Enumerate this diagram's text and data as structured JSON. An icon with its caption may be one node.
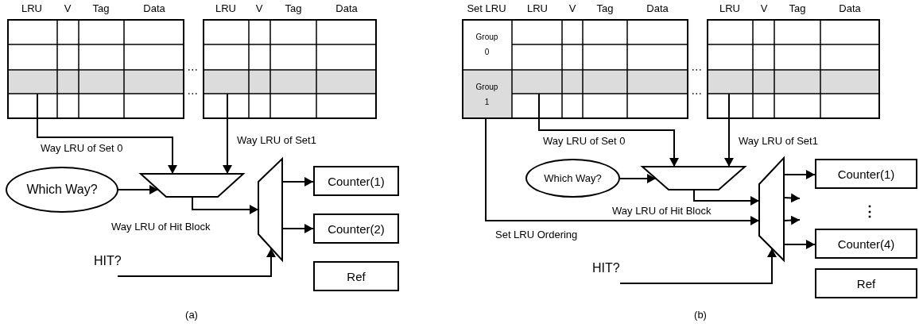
{
  "diagram": {
    "nodes": [
      {
        "text": [],
        "shape": "table"
      },
      {
        "text": [],
        "shape": "box",
        "in": 0
      },
      {
        "text": [],
        "shape": "table"
      },
      {
        "text": [],
        "shape": "box",
        "in": 2
      },
      {
        "text": [],
        "shape": "trapezoid"
      },
      {
        "text": [
          "Which Way?"
        ]
      },
      {
        "text": [],
        "shape": "trapezoid"
      },
      {
        "text": [
          "Counter(1)"
        ]
      },
      {
        "text": [
          "Counter(2)"
        ]
      },
      {
        "text": [
          "HIT?"
        ]
      },
      {
        "text": [
          "Ref"
        ]
      },
      {
        "text": [],
        "shape": "table"
      },
      {
        "text": [
          "Group 0"
        ],
        "in": 11
      },
      {
        "text": [
          "Group 1"
        ],
        "in": 11
      },
      {
        "text": [],
        "shape": "box",
        "in": 11
      },
      {
        "text": [],
        "shape": "table"
      },
      {
        "text": [],
        "shape": "box",
        "in": 15
      },
      {
        "text": [],
        "shape": "trapezoid"
      },
      {
        "text": [
          "Which Way?"
        ]
      },
      {
        "text": [],
        "shape": "trapezoid"
      },
      {
        "text": [
          "Counter(1)"
        ]
      },
      {
        "text": [
          "Counter(4)"
        ]
      },
      {
        "text": [
          "HIT?"
        ]
      },
      {
        "text": [
          "Ref"
        ]
      }
    ],
    "edges": [
      {
        "from": 1,
        "to": 4,
        "arrow": "to",
        "label": "Way LRU of Set 0"
      },
      {
        "from": 3,
        "to": 4,
        "arrow": "to",
        "label": "Way LRU of Set1"
      },
      {
        "from": 5,
        "to": 4,
        "arrow": "to"
      },
      {
        "from": 4,
        "to": 6,
        "arrow": "to",
        "label": "Way LRU of Hit Block"
      },
      {
        "from": 9,
        "to": 6,
        "arrow": "to"
      },
      {
        "from": 6,
        "to": 7,
        "arrow": "to"
      },
      {
        "from": 6,
        "to": 8,
        "arrow": "to"
      },
      {
        "from": 14,
        "to": 17,
        "arrow": "to",
        "label": "Way LRU of Set 0"
      },
      {
        "from": 16,
        "to": 17,
        "arrow": "to",
        "label": "Way LRU of Set1"
      },
      {
        "from": 18,
        "to": 17,
        "arrow": "to"
      },
      {
        "from": 17,
        "to": 19,
        "arrow": "to",
        "label": "Way LRU of Hit Block"
      },
      {
        "from": 13,
        "to": 19,
        "arrow": "to",
        "label": "Set LRU Ordering"
      },
      {
        "from": 22,
        "to": 19,
        "arrow": "to"
      },
      {
        "from": 19,
        "to": 20,
        "arrow": "to"
      },
      {
        "from": 19,
        "to": null,
        "arrow": "to"
      },
      {
        "from": 19,
        "to": null,
        "arrow": "to"
      },
      {
        "from": 19,
        "to": 21,
        "arrow": "to"
      }
    ],
    "labels": [
      "LRU",
      "V",
      "Tag",
      "Data",
      "LRU",
      "V",
      "Tag",
      "Data",
      "Set LRU",
      "LRU",
      "V",
      "Tag",
      "Data",
      "LRU",
      "V",
      "Tag",
      "Data",
      "⋮",
      "(a)",
      "(b)"
    ]
  }
}
